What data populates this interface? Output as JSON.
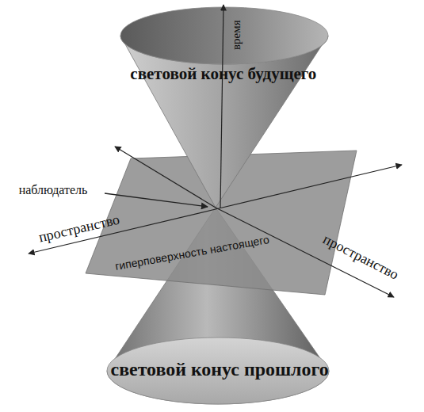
{
  "diagram": {
    "labels": [
      "время",
      "световой конус будущего",
      "наблюдатель",
      "пространство",
      "гиперповерхность настоящего",
      "пространство",
      "световой конус прошлого"
    ]
  }
}
